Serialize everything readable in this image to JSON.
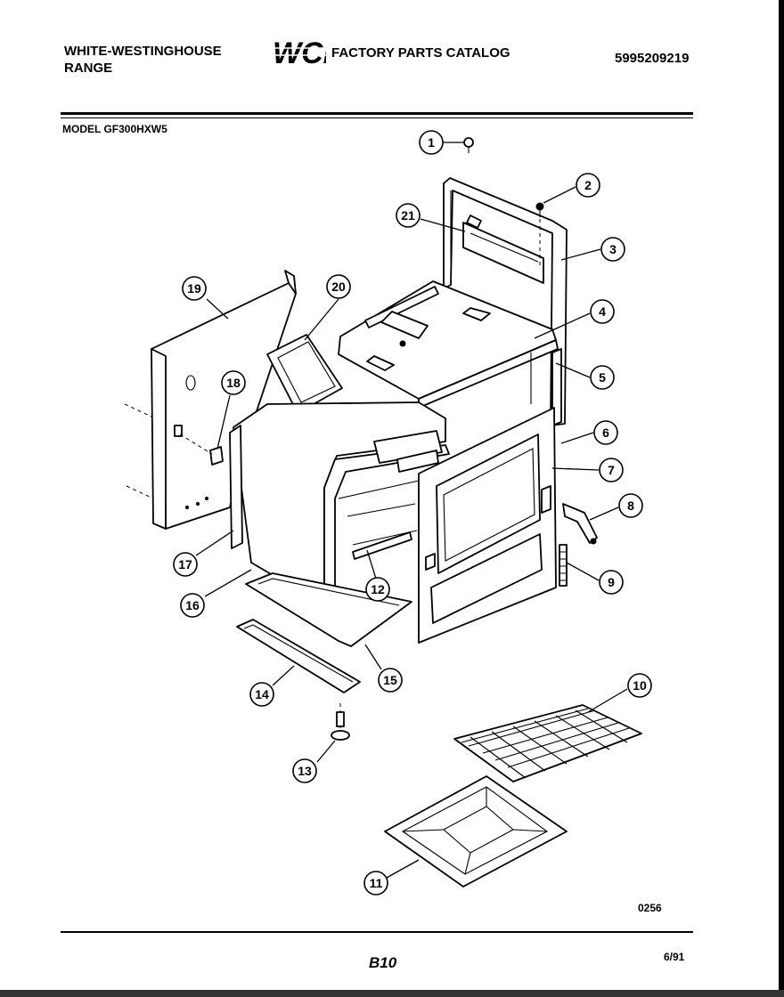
{
  "header": {
    "brand_line1": "WHITE-WESTINGHOUSE",
    "brand_line2": "RANGE",
    "logo_text": "WCI",
    "catalog_title": "FACTORY PARTS CATALOG",
    "catalog_number": "5995209219"
  },
  "model_label": "MODEL GF300HXW5",
  "callouts": [
    "1",
    "2",
    "3",
    "4",
    "5",
    "6",
    "7",
    "8",
    "9",
    "10",
    "11",
    "12",
    "13",
    "14",
    "15",
    "16",
    "17",
    "18",
    "19",
    "20",
    "21"
  ],
  "footer": {
    "code": "0256",
    "page": "B10",
    "date": "6/91"
  }
}
